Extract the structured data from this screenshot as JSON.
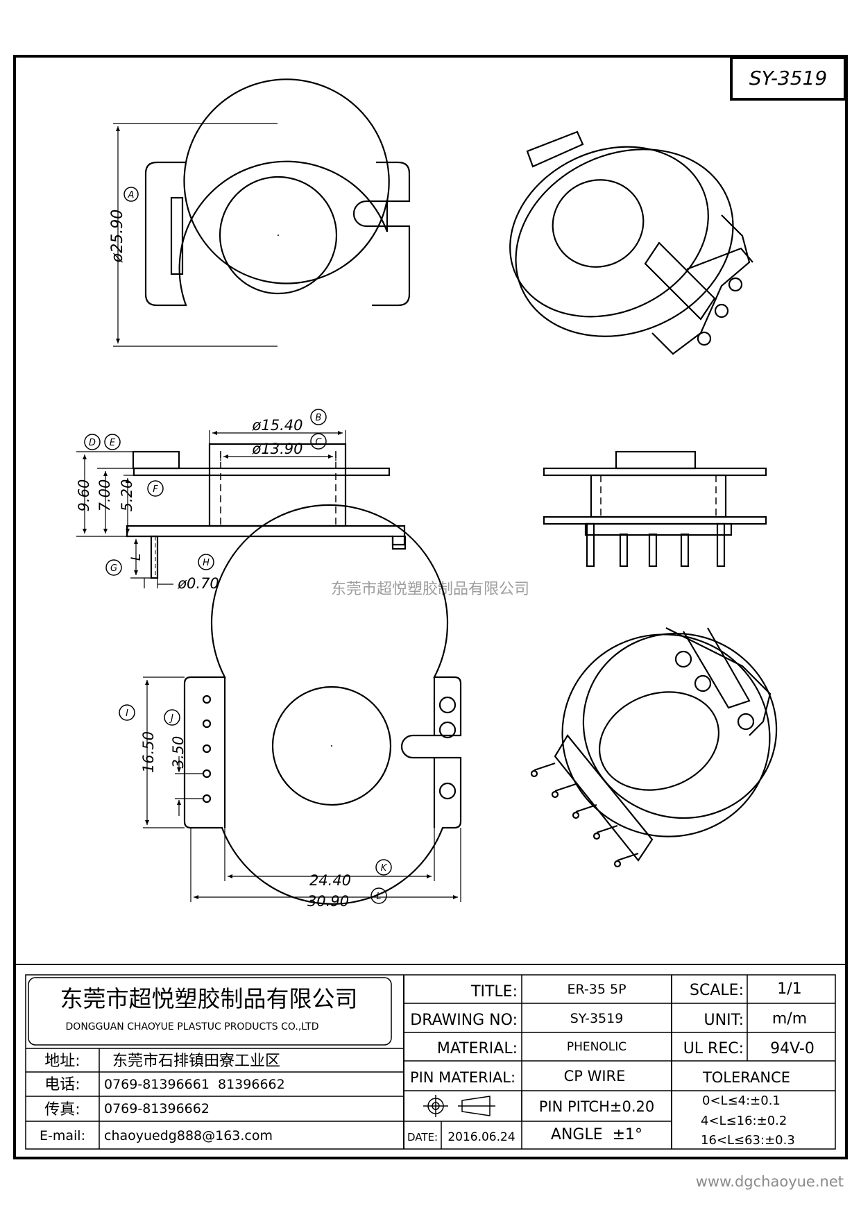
{
  "drawing_id": "SY-3519",
  "watermark": "东莞市超悦塑胶制品有限公司",
  "footer_url": "www.dgchaoyue.net",
  "dimensions": {
    "A": {
      "circle": "A",
      "value": "ø25.90"
    },
    "B": {
      "circle": "B",
      "value": "ø15.40"
    },
    "C": {
      "circle": "C",
      "value": "ø13.90"
    },
    "D": {
      "circle": "D",
      "value": "9.60"
    },
    "E": {
      "circle": "E",
      "value": "7.00"
    },
    "F": {
      "circle": "F",
      "value": "5.20"
    },
    "G": {
      "circle": "G",
      "value": "L"
    },
    "H": {
      "circle": "H",
      "value": "ø0.70"
    },
    "I": {
      "circle": "I",
      "value": "16.50"
    },
    "J": {
      "circle": "J",
      "value": "3.50"
    },
    "K": {
      "circle": "K",
      "value": "24.40"
    },
    "L": {
      "circle": "L",
      "value": "30.90"
    }
  },
  "company": {
    "name_cn": "东莞市超悦塑胶制品有限公司",
    "name_en": "DONGGUAN CHAOYUE PLASTUC PRODUCTS CO.,LTD",
    "address_label": "地址:",
    "address": "东莞市石排镇田寮工业区",
    "phone_label": "电话:",
    "phone": "0769-81396661  81396662",
    "fax_label": "传真:",
    "fax": "0769-81396662",
    "email_label": "E-mail:",
    "email": "chaoyuedg888@163.com"
  },
  "title_block": {
    "title_label": "TITLE:",
    "title_value": "ER-35 5P",
    "drawing_no_label": "DRAWING NO:",
    "drawing_no_value": "SY-3519",
    "material_label": "MATERIAL:",
    "material_value": "PHENOLIC",
    "pin_material_label": "PIN MATERIAL:",
    "pin_material_value": "CP WIRE",
    "pin_pitch": "PIN PITCH±0.20",
    "date_label": "DATE:",
    "date_value": "2016.06.24",
    "angle": "ANGLE  ±1°",
    "scale_label": "SCALE:",
    "scale_value": "1/1",
    "unit_label": "UNIT:",
    "unit_value": "m/m",
    "ul_rec_label": "UL REC:",
    "ul_rec_value": "94V-0",
    "tolerance_label": "TOLERANCE",
    "tolerance_rows": [
      "0<L≤4:±0.1",
      "4<L≤16:±0.2",
      "16<L≤63:±0.3"
    ]
  }
}
